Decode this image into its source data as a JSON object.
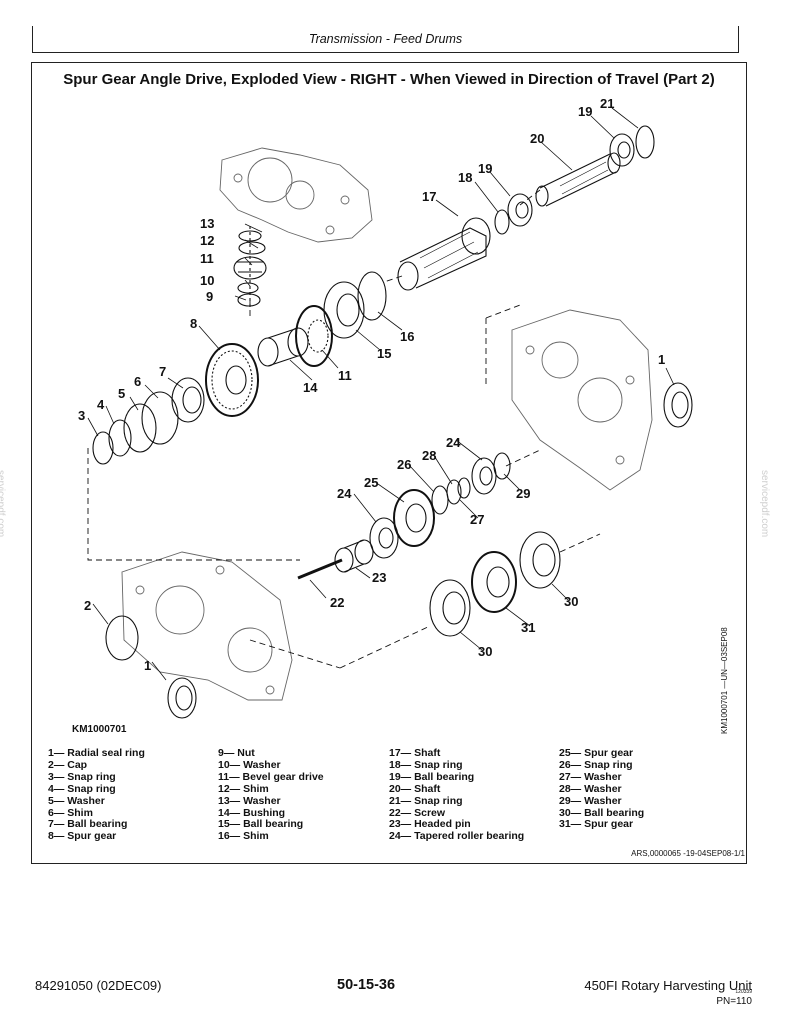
{
  "header": {
    "section": "Transmission - Feed Drums"
  },
  "panel": {
    "title": "Spur Gear Angle Drive, Exploded View - RIGHT - When Viewed in Direction of Travel (Part 2)"
  },
  "figure": {
    "km_label": "KM1000701",
    "vertical_code": "KM1000701 —UN—03SEP08",
    "callouts": {
      "c1a": "1",
      "c1b": "1",
      "c2": "2",
      "c3": "3",
      "c4": "4",
      "c5": "5",
      "c6": "6",
      "c7": "7",
      "c8": "8",
      "c9": "9",
      "c10": "10",
      "c11a": "11",
      "c11b": "11",
      "c12": "12",
      "c13": "13",
      "c14": "14",
      "c15": "15",
      "c16": "16",
      "c17": "17",
      "c18": "18",
      "c19a": "19",
      "c19b": "19",
      "c20": "20",
      "c21": "21",
      "c22": "22",
      "c23": "23",
      "c24a": "24",
      "c24b": "24",
      "c25": "25",
      "c26": "26",
      "c27": "27",
      "c28": "28",
      "c29": "29",
      "c30a": "30",
      "c30b": "30",
      "c31": "31"
    }
  },
  "legend": {
    "col1": [
      "1— Radial seal ring",
      "2— Cap",
      "3— Snap ring",
      "4— Snap ring",
      "5— Washer",
      "6— Shim",
      "7— Ball bearing",
      "8— Spur gear"
    ],
    "col2": [
      "9— Nut",
      "10— Washer",
      "11— Bevel gear drive",
      "12— Shim",
      "13— Washer",
      "14— Bushing",
      "15— Ball bearing",
      "16— Shim"
    ],
    "col3": [
      "17— Shaft",
      "18— Snap ring",
      "19— Ball bearing",
      "20— Shaft",
      "21— Snap ring",
      "22— Screw",
      "23— Headed pin",
      "24— Tapered roller bearing"
    ],
    "col4": [
      "25— Spur gear",
      "26— Snap ring",
      "27— Washer",
      "28— Washer",
      "29— Washer",
      "30— Ball bearing",
      "31— Spur gear"
    ]
  },
  "ref_code": "ARS,0000065 -19-04SEP08-1/1",
  "footer": {
    "doc_number": "84291050 (02DEC09)",
    "page": "50-15-36",
    "product": "450FI Rotary Harvesting Unit",
    "small_code": "120339",
    "pn": "PN=110"
  },
  "watermark": "servicepdf.com"
}
